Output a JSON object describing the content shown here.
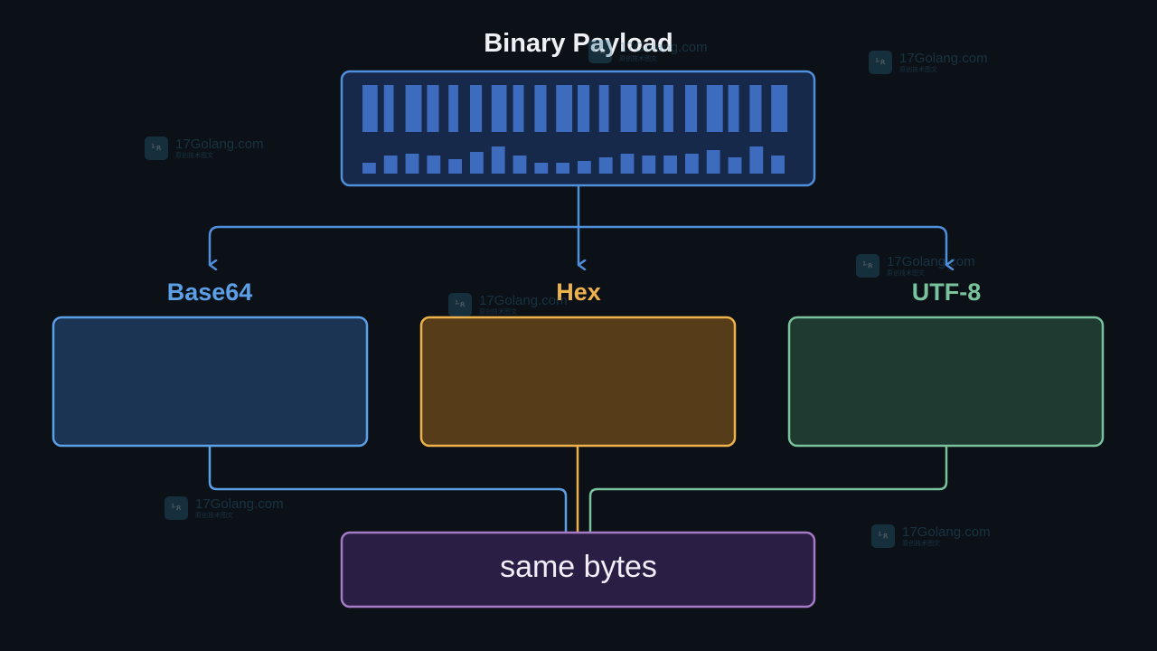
{
  "title": "Binary Payload",
  "payload": {
    "top_row": [
      0.7,
      0.45,
      0.75,
      0.55,
      0.45,
      0.55,
      0.7,
      0.5,
      0.55,
      0.75,
      0.55,
      0.45,
      0.75,
      0.65,
      0.45,
      0.55,
      0.75,
      0.5,
      0.55,
      0.75
    ],
    "bottom_row": [
      0.3,
      0.5,
      0.55,
      0.5,
      0.4,
      0.6,
      0.75,
      0.5,
      0.3,
      0.3,
      0.35,
      0.45,
      0.55,
      0.5,
      0.5,
      0.55,
      0.65,
      0.45,
      0.75,
      0.5
    ],
    "color": "#3d6cbf"
  },
  "encodings": [
    {
      "label": "Base64",
      "color": "#5b9fe6",
      "fill": "#1b3454"
    },
    {
      "label": "Hex",
      "color": "#eeb24c",
      "fill": "#563c18"
    },
    {
      "label": "UTF-8",
      "color": "#78c29c",
      "fill": "#1f3a31"
    }
  ],
  "result": {
    "label": "same bytes",
    "color": "#a67bc6",
    "fill": "#2b1e45"
  },
  "watermark": {
    "icon_text": "⅟ጸ",
    "text": "17Golang.com",
    "subtext": "原创技术图文"
  }
}
